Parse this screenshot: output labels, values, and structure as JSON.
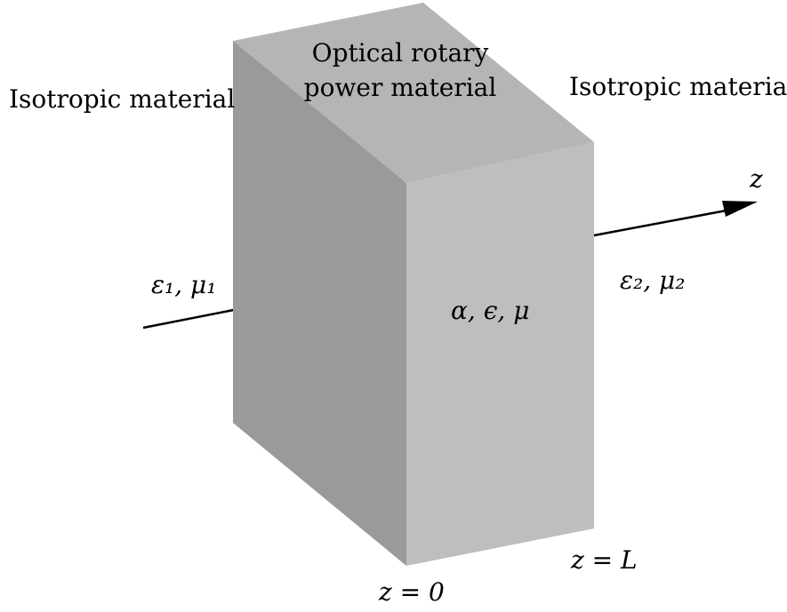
{
  "labels": {
    "left_region": "Isotropic material",
    "right_region": "Isotropic material",
    "center_line1": "Optical rotary",
    "center_line2": "power material",
    "axis": "z",
    "left_params": "ε₁, μ₁",
    "block_params": "α, ϵ, μ",
    "right_params": "ε₂, μ₂",
    "z_start": "z = 0",
    "z_end": "z = L"
  },
  "colors": {
    "front_face": "#bebebe",
    "side_face": "#9a9a9a",
    "top_face": "#b5b5b5",
    "line": "#000000"
  }
}
